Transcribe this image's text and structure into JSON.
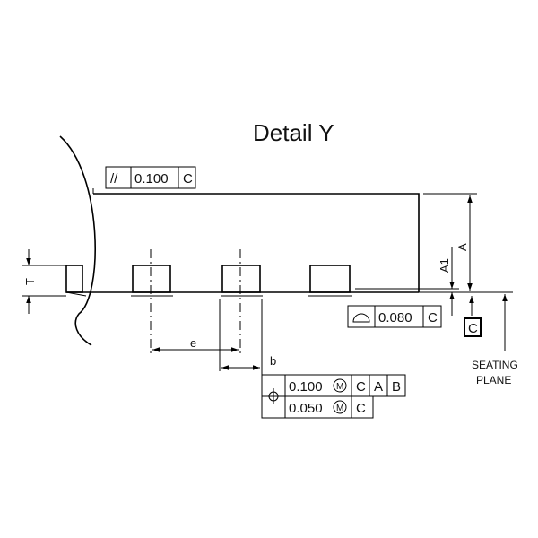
{
  "title": "Detail Y",
  "parallelism_fcf": {
    "symbol": "//",
    "tolerance": "0.100",
    "datum": "C"
  },
  "profile_fcf": {
    "tolerance": "0.080",
    "datum": "C"
  },
  "position_fcf": {
    "row1": {
      "tolerance": "0.100",
      "modifier": "M",
      "datum1": "C",
      "datum2": "A",
      "datum3": "B"
    },
    "row2": {
      "tolerance": "0.050",
      "modifier": "M",
      "datum1": "C"
    }
  },
  "datum_c": "C",
  "dims": {
    "T": "T",
    "A": "A",
    "A1": "A1",
    "e": "e",
    "b": "b"
  },
  "seating_plane": {
    "line1": "SEATING",
    "line2": "PLANE"
  }
}
